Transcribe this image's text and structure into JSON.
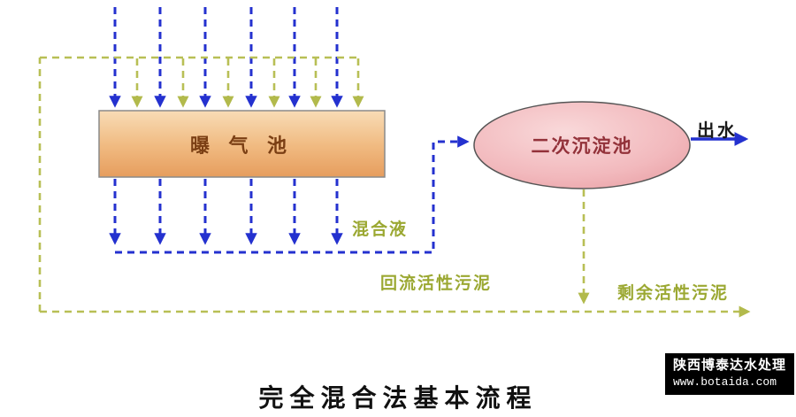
{
  "title": "完全混合法基本流程",
  "nodes": {
    "aeration_tank": {
      "label": "曝 气 池"
    },
    "secondary_clarifier": {
      "label": "二次沉淀池"
    }
  },
  "flow_labels": {
    "mixed_liquor": "混合液",
    "effluent": "出水",
    "return_activated_sludge": "回流活性污泥",
    "excess_activated_sludge": "剩余活性污泥"
  },
  "colors": {
    "influent_line_blue": "#2431cf",
    "sludge_line_olive": "#b8bf55",
    "label_olive": "#9ba832",
    "tank_fill": "#f0b97f",
    "tank_label_color": "#7b3f14",
    "clarifier_fill": "#f2b9bd",
    "clarifier_label_color": "#93323a"
  },
  "watermark": {
    "line1": "陕西博泰达水处理",
    "line2": "www.botaida.com"
  }
}
